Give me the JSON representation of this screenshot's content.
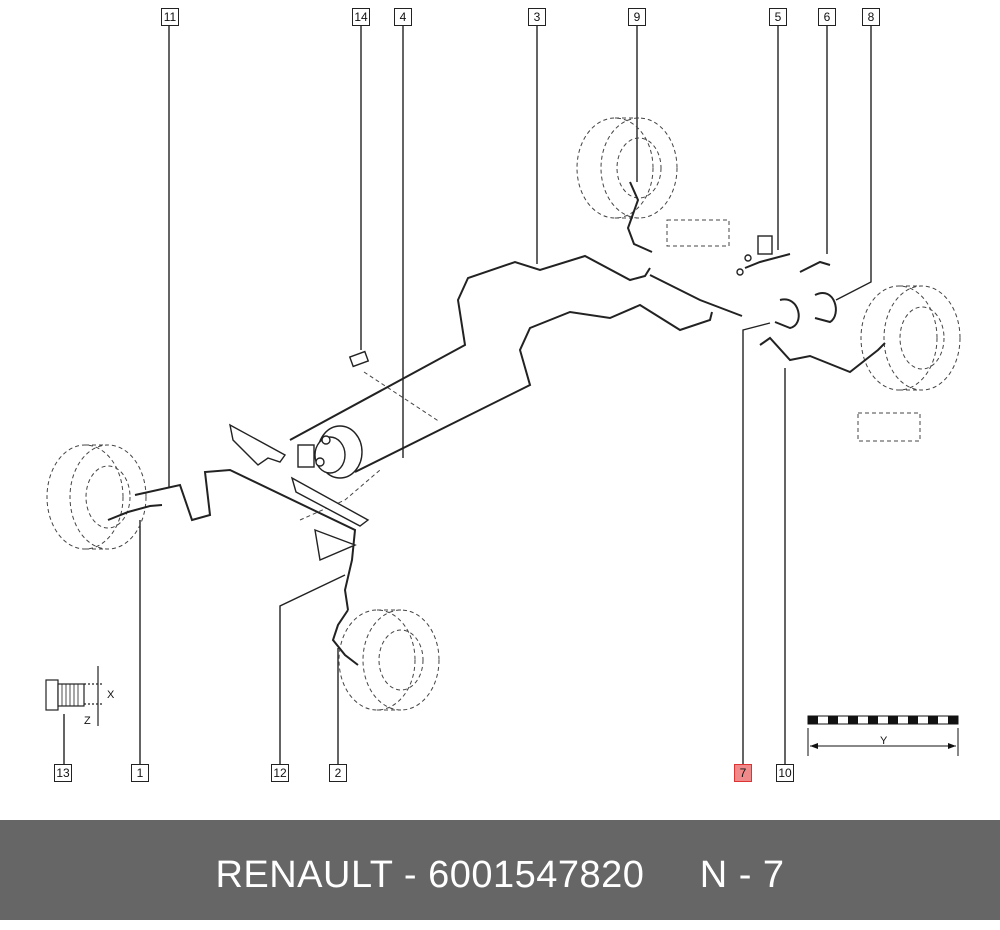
{
  "callouts": [
    {
      "id": "11",
      "highlight": false
    },
    {
      "id": "14",
      "highlight": false
    },
    {
      "id": "4",
      "highlight": false
    },
    {
      "id": "3",
      "highlight": false
    },
    {
      "id": "9",
      "highlight": false
    },
    {
      "id": "5",
      "highlight": false
    },
    {
      "id": "6",
      "highlight": false
    },
    {
      "id": "8",
      "highlight": false
    },
    {
      "id": "13",
      "highlight": false
    },
    {
      "id": "1",
      "highlight": false
    },
    {
      "id": "12",
      "highlight": false
    },
    {
      "id": "2",
      "highlight": false
    },
    {
      "id": "7",
      "highlight": true
    },
    {
      "id": "10",
      "highlight": false
    }
  ],
  "dimension_labels": {
    "x": "X",
    "z": "Z",
    "y": "Y"
  },
  "footer": {
    "text": "RENAULT - 6001547820     N - 7",
    "background": "#666666",
    "text_color": "#ffffff"
  },
  "highlight_color": "#f08a8a"
}
